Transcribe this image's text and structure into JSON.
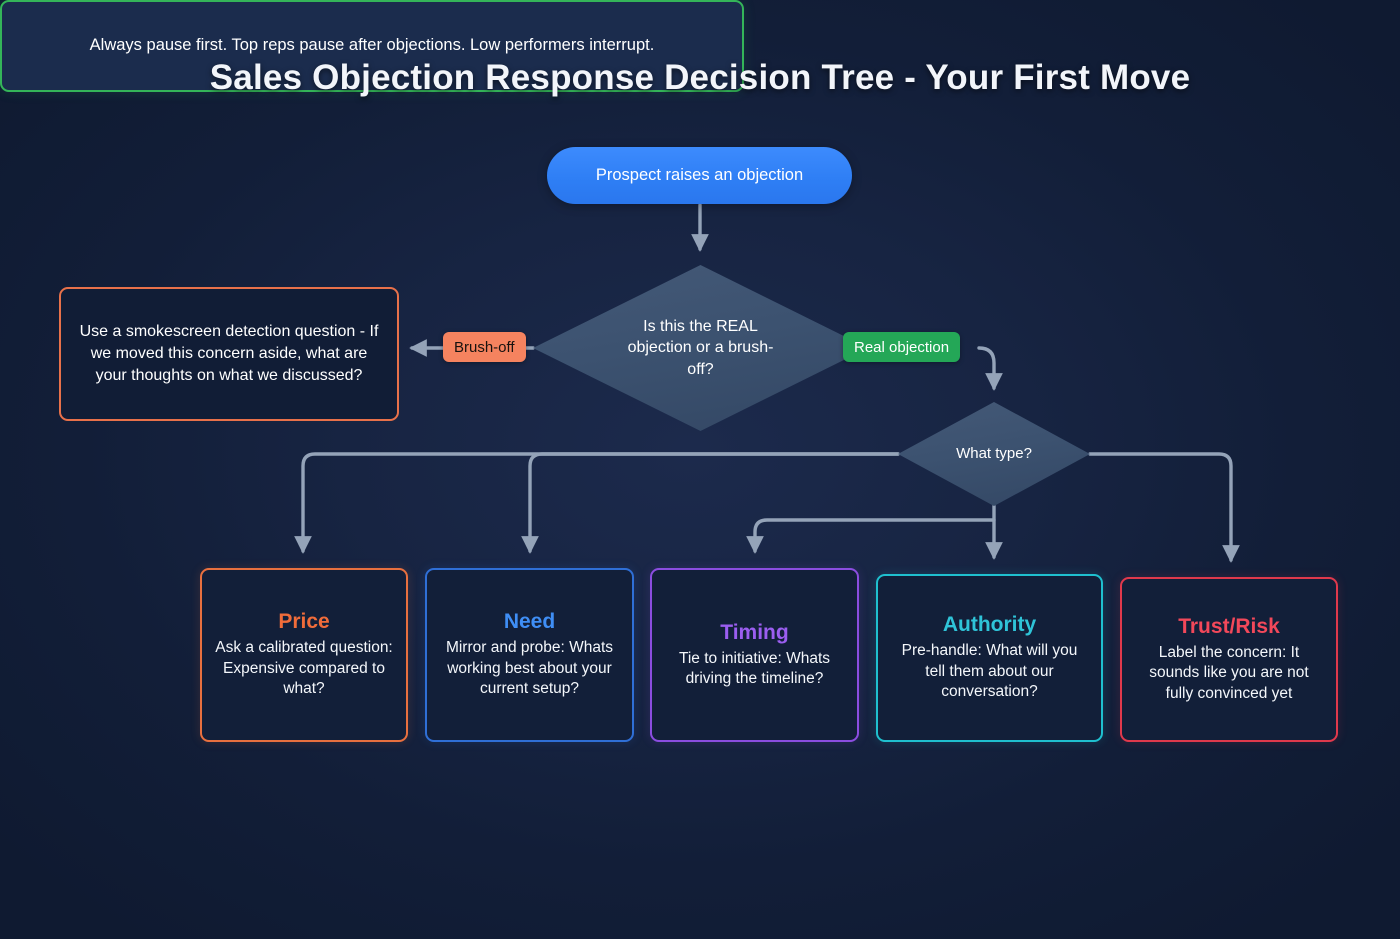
{
  "title": "Sales Objection Response Decision Tree - Your First Move",
  "start": {
    "label": "Prospect raises an objection"
  },
  "decisions": {
    "real_or_brushoff": "Is this the REAL objection or a brush-off?",
    "what_type": "What type?"
  },
  "edge_labels": {
    "brush_off": "Brush-off",
    "real_objection": "Real objection"
  },
  "smokescreen": {
    "text": "Use a smokescreen detection question - If we moved this concern aside, what are your thoughts on what we discussed?"
  },
  "branches": [
    {
      "id": "price",
      "head": "Price",
      "body": "Ask a calibrated question: Expensive compared to what?",
      "color": "#f06c3a"
    },
    {
      "id": "need",
      "head": "Need",
      "body": "Mirror and probe: Whats working best about your current setup?",
      "color": "#3f8ef5"
    },
    {
      "id": "timing",
      "head": "Timing",
      "body": "Tie to initiative: Whats driving the timeline?",
      "color": "#9b5ef0"
    },
    {
      "id": "authority",
      "head": "Authority",
      "body": "Pre-handle: What will you tell them about our conversation?",
      "color": "#2fc4d8"
    },
    {
      "id": "trust_risk",
      "head": "Trust/Risk",
      "body": "Label the concern: It sounds like you are not fully convinced yet",
      "color": "#f2485a"
    }
  ],
  "footer": {
    "text": "Always pause first. Top reps pause after objections. Low performers interrupt."
  },
  "colors": {
    "background_dark": "#101c35",
    "background_center": "#1c2a4c",
    "start_node": "#2f7ff5",
    "diamond": "#3c5270",
    "connector": "#94a3b8",
    "brush_off_label": "#f5835f",
    "real_objection_label": "#24a757",
    "footer_border": "#34b559",
    "smokescreen_border": "#e8714a"
  }
}
